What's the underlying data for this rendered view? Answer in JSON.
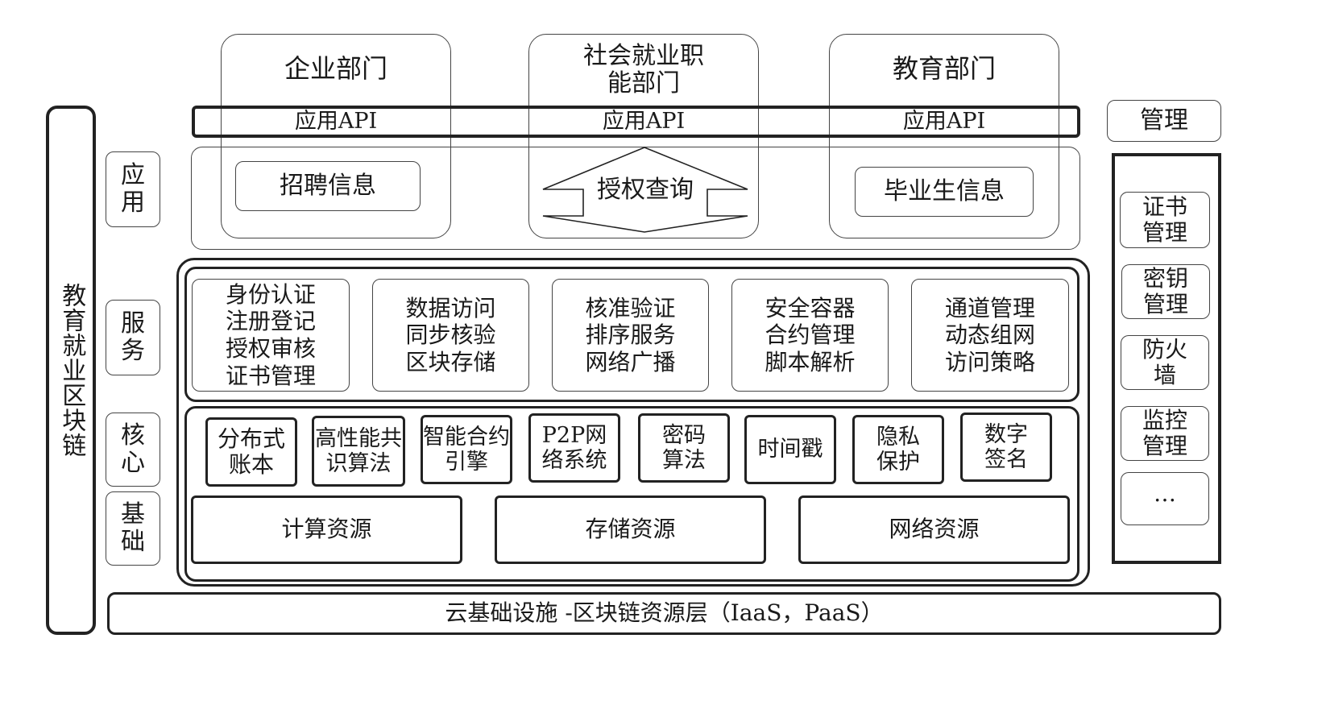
{
  "left_vertical": {
    "label": "教育就业区块链"
  },
  "layers": {
    "application": "应\n用",
    "service": "服\n务",
    "core": "核\n心",
    "foundation": "基\n础"
  },
  "departments": [
    {
      "name": "企业部门",
      "api": "应用API",
      "feature": "招聘信息"
    },
    {
      "name": "社会就业职\n能部门",
      "api": "应用API",
      "feature": "授权查询"
    },
    {
      "name": "教育部门",
      "api": "应用API",
      "feature": "毕业生信息"
    }
  ],
  "services": [
    [
      "身份认证",
      "注册登记",
      "授权审核",
      "证书管理"
    ],
    [
      "数据访问",
      "同步核验",
      "区块存储"
    ],
    [
      "核准验证",
      "排序服务",
      "网络广播"
    ],
    [
      "安全容器",
      "合约管理",
      "脚本解析"
    ],
    [
      "通道管理",
      "动态组网",
      "访问策略"
    ]
  ],
  "core_modules": [
    "分布式\n账本",
    "高性能共\n识算法",
    "智能合约\n引擎",
    "P2P网\n络系统",
    "密码\n算法",
    "时间戳",
    "隐私\n保护",
    "数字\n签名"
  ],
  "resources": [
    "计算资源",
    "存储资源",
    "网络资源"
  ],
  "management": {
    "title": "管理",
    "items": [
      "证书\n管理",
      "密钥\n管理",
      "防火\n墙",
      "监控\n管理",
      "…"
    ]
  },
  "infrastructure": "云基础设施 -区块链资源层（IaaS，PaaS）"
}
